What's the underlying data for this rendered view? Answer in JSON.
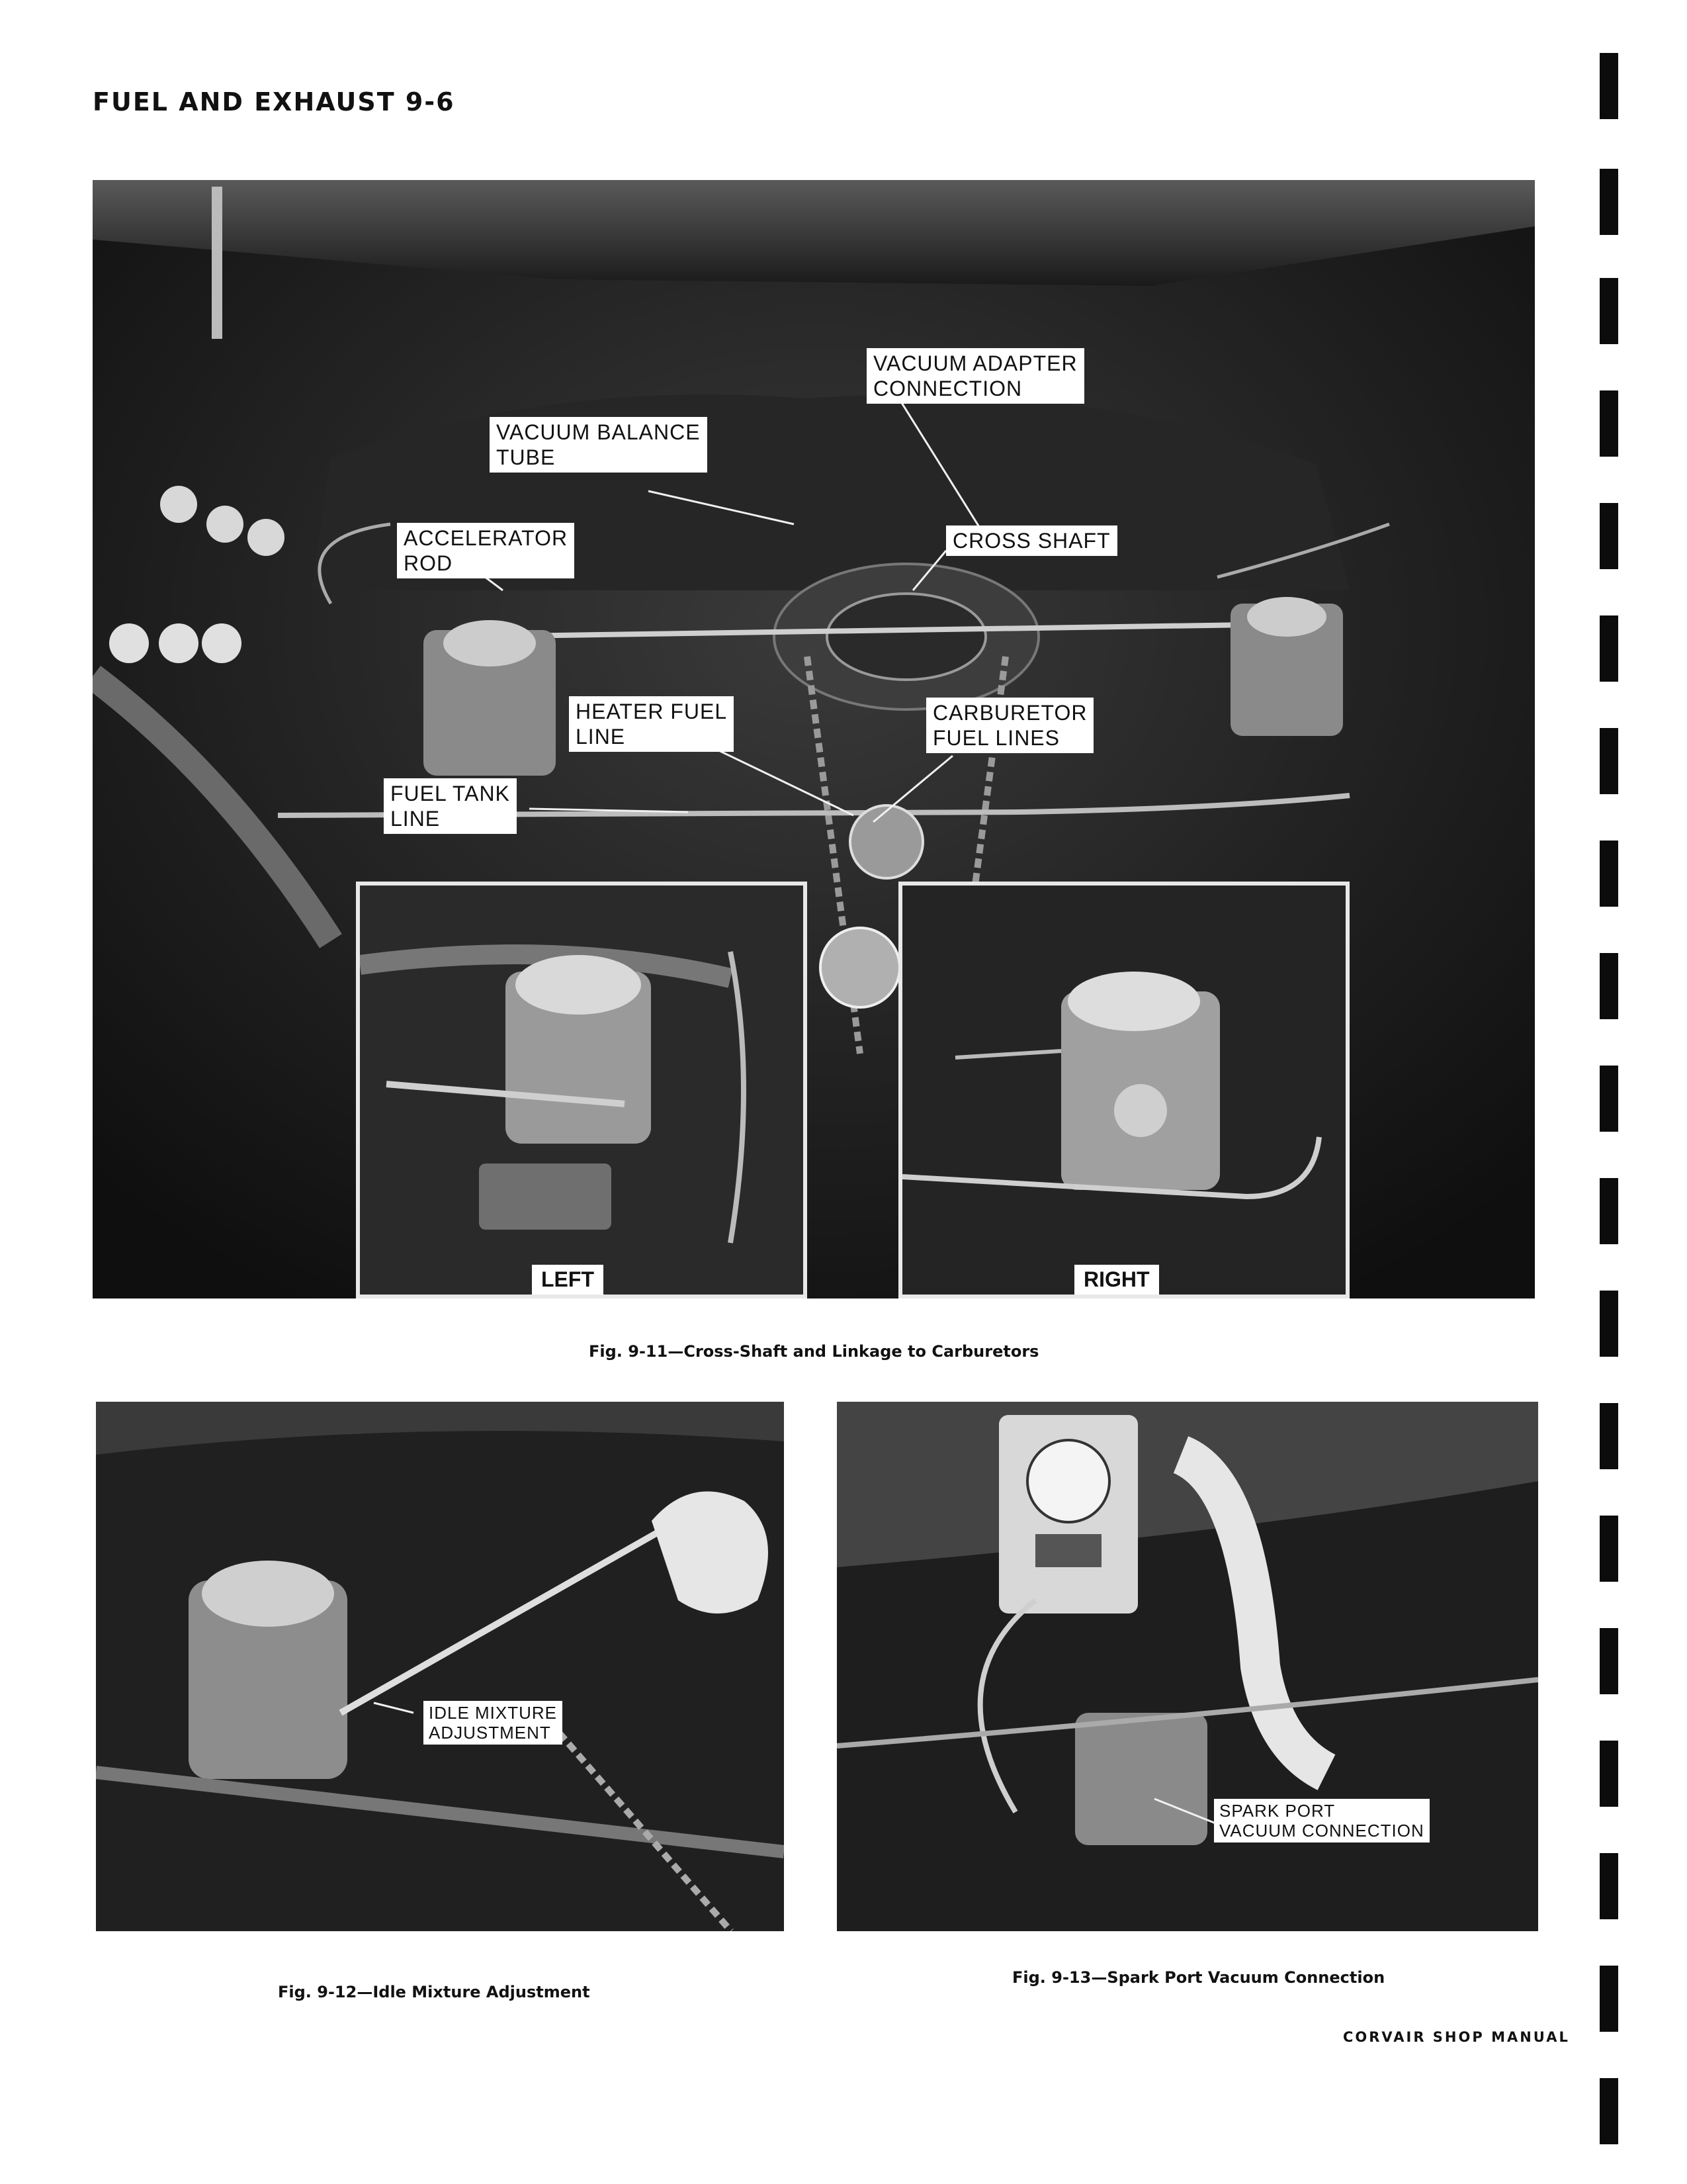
{
  "header": {
    "title": "FUEL AND EXHAUST 9-6"
  },
  "figure_11": {
    "caption": "Fig. 9-11—Cross-Shaft and Linkage to Carburetors",
    "labels": {
      "vacuum_adapter": "VACUUM ADAPTER\nCONNECTION",
      "vacuum_balance": "VACUUM BALANCE\nTUBE",
      "accelerator_rod": "ACCELERATOR\nROD",
      "cross_shaft": "CROSS SHAFT",
      "heater_fuel_line": "HEATER FUEL\nLINE",
      "carburetor_fuel_lines": "CARBURETOR\nFUEL LINES",
      "fuel_tank_line": "FUEL TANK\nLINE"
    },
    "inset_left_label": "LEFT",
    "inset_right_label": "RIGHT"
  },
  "figure_12": {
    "caption": "Fig. 9-12—Idle Mixture Adjustment",
    "label": "IDLE MIXTURE\nADJUSTMENT"
  },
  "figure_13": {
    "caption": "Fig. 9-13—Spark Port Vacuum Connection",
    "label": "SPARK PORT\nVACUUM CONNECTION"
  },
  "footer": {
    "text": "CORVAIR SHOP MANUAL"
  }
}
